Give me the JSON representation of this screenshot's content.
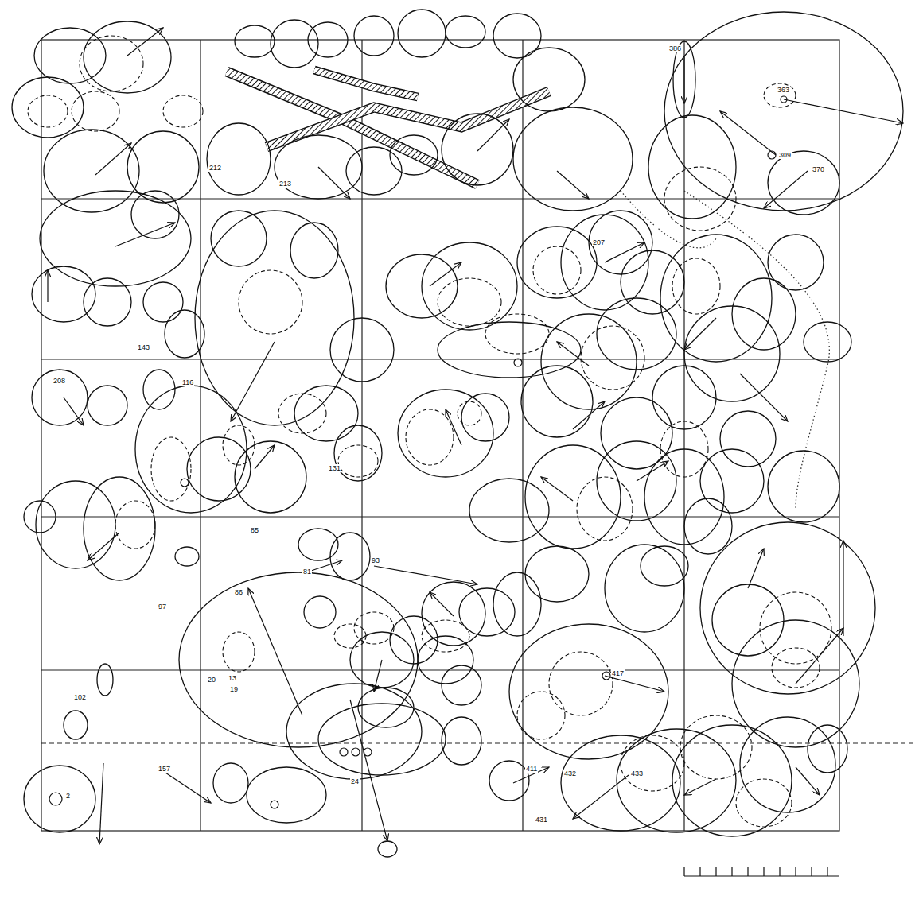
{
  "diagram": {
    "labels": [
      "157",
      "93",
      "81",
      "85",
      "86",
      "97",
      "20",
      "13",
      "19",
      "363",
      "309",
      "370",
      "386",
      "212",
      "213",
      "417",
      "433",
      "411",
      "431",
      "432",
      "2",
      "24",
      "102",
      "207",
      "131",
      "116",
      "143",
      "208"
    ]
  }
}
